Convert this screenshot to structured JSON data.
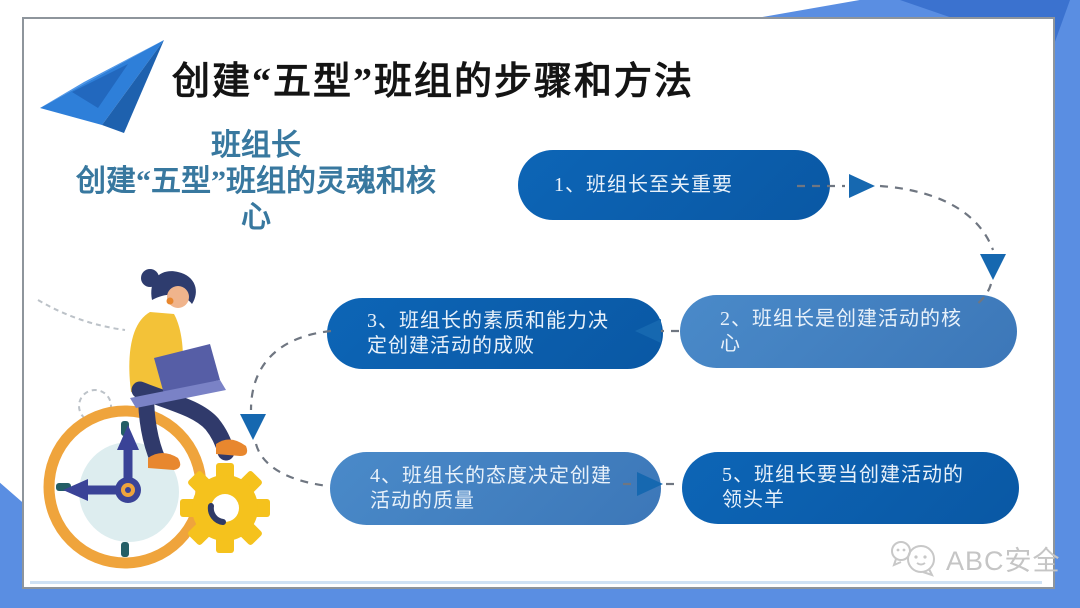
{
  "slide": {
    "title": "创建“五型”班组的步骤和方法",
    "subtitle": "班组长\n创建“五型”班组的灵魂和核\n心",
    "watermark": "ABC安全"
  },
  "steps": [
    {
      "id": 1,
      "label": "1、班组长至关重要",
      "variant": "dark"
    },
    {
      "id": 2,
      "label": "2、班组长是创建活动的核\n心",
      "variant": "light"
    },
    {
      "id": 3,
      "label": "3、班组长的素质和能力决\n定创建活动的成败",
      "variant": "dark"
    },
    {
      "id": 4,
      "label": "4、班组长的态度决定创建\n活动的质量",
      "variant": "light"
    },
    {
      "id": 5,
      "label": "5、班组长要当创建活动的\n领头羊",
      "variant": "dark"
    }
  ],
  "icons": {
    "header": "paper-plane-icon",
    "illustration": [
      "clock-icon",
      "gear-icon",
      "person-with-laptop"
    ],
    "watermark": "chat-bubbles-icon"
  },
  "colors": {
    "background_blue": "#5a8ee2",
    "corner_triangle": "#3b72cf",
    "step_dark": "#0b5fae",
    "step_light": "#4181c2",
    "step_text": "#e8f1fa",
    "title": "#141414",
    "subtitle": "#38789f",
    "dashed_connector": "#6f7681",
    "arrowhead": "#1668b0",
    "watermark_gray": "#c5c5c5"
  }
}
